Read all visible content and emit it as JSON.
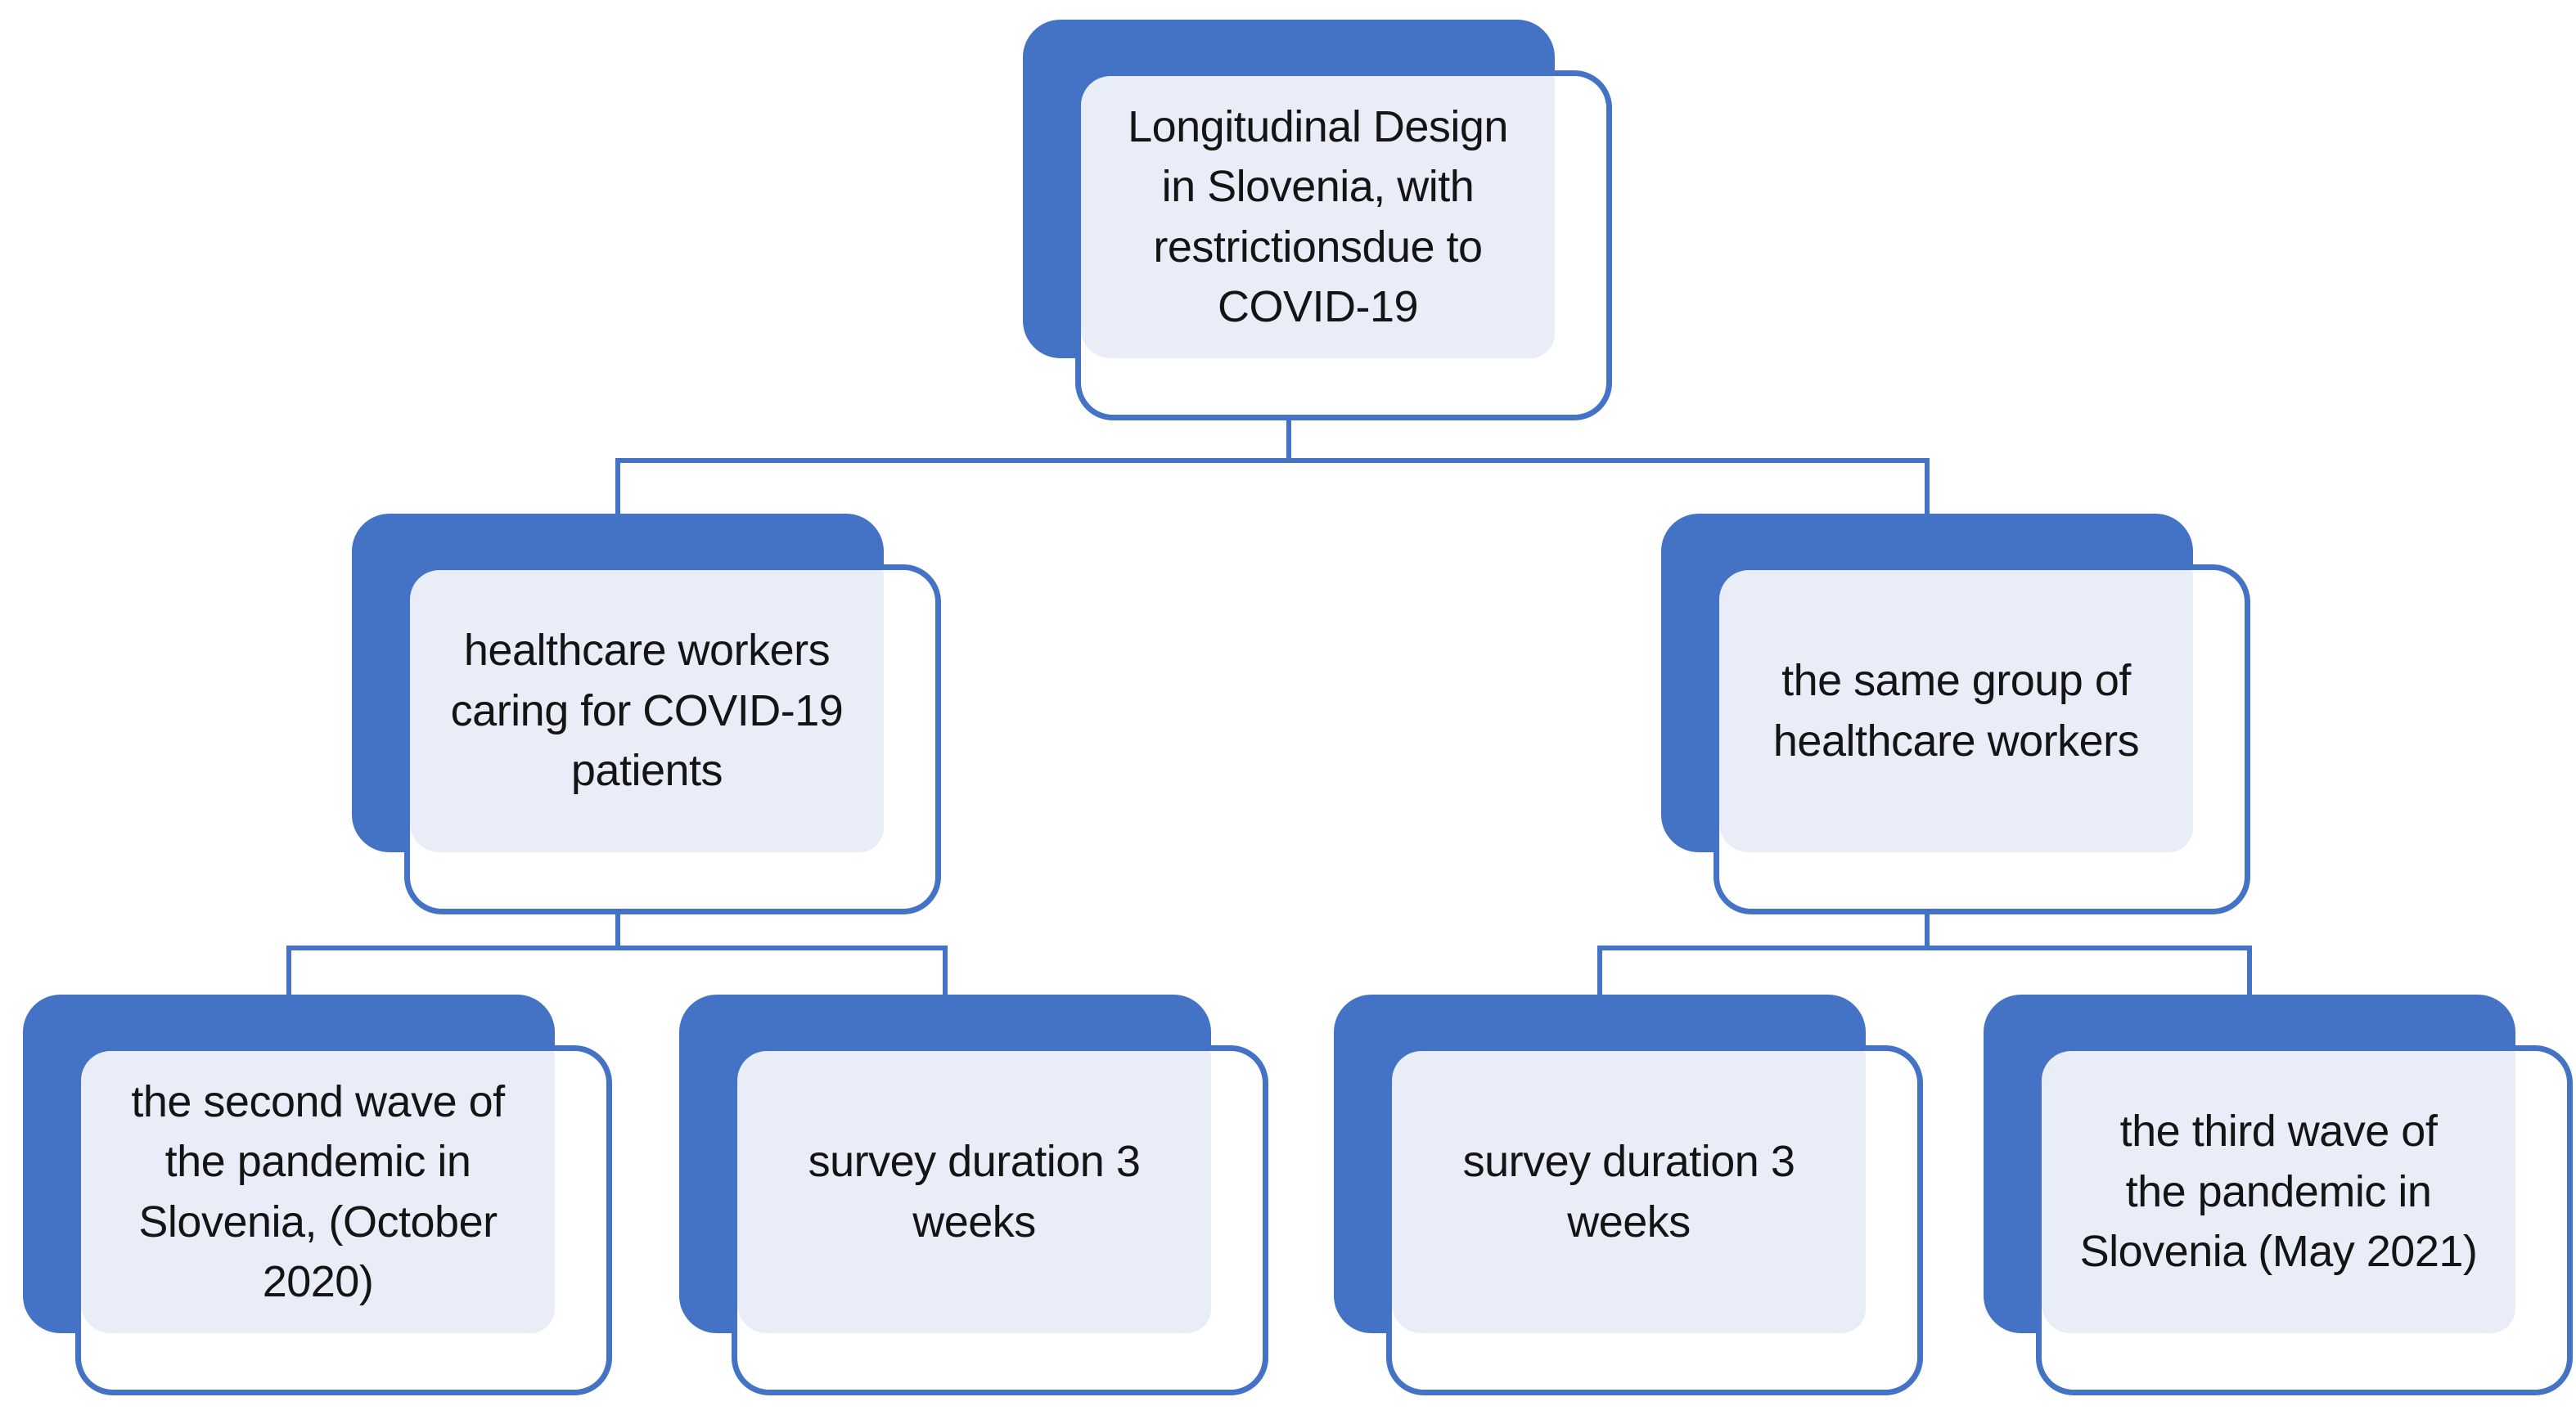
{
  "figure": {
    "type": "hierarchy-diagram",
    "title": "Longitudinal study design flowchart"
  },
  "palette": {
    "shape_blue": "#4472C4",
    "card_fill": "#E9EDF7",
    "card_border": "#4472C4",
    "connector": "#4472C4",
    "text": "#141414",
    "background": "#FFFFFF"
  },
  "nodes": {
    "root": {
      "text": "Longitudinal Design\nin Slovenia, with\nrestrictionsdue to\nCOVID-19"
    },
    "left_branch": {
      "text": "healthcare workers\ncaring for COVID-19\npatients"
    },
    "right_branch": {
      "text": "the same group of\nhealthcare workers"
    },
    "left_child_1": {
      "text": "the second wave of\nthe pandemic in\nSlovenia, (October\n2020)"
    },
    "left_child_2": {
      "text": "survey duration 3\nweeks"
    },
    "right_child_1": {
      "text": "survey duration 3\nweeks"
    },
    "right_child_2": {
      "text": "the third wave of\nthe pandemic in\nSlovenia (May 2021)"
    }
  },
  "edges": [
    {
      "from": "root",
      "to": "left_branch"
    },
    {
      "from": "root",
      "to": "right_branch"
    },
    {
      "from": "left_branch",
      "to": "left_child_1"
    },
    {
      "from": "left_branch",
      "to": "left_child_2"
    },
    {
      "from": "right_branch",
      "to": "right_child_1"
    },
    {
      "from": "right_branch",
      "to": "right_child_2"
    }
  ]
}
